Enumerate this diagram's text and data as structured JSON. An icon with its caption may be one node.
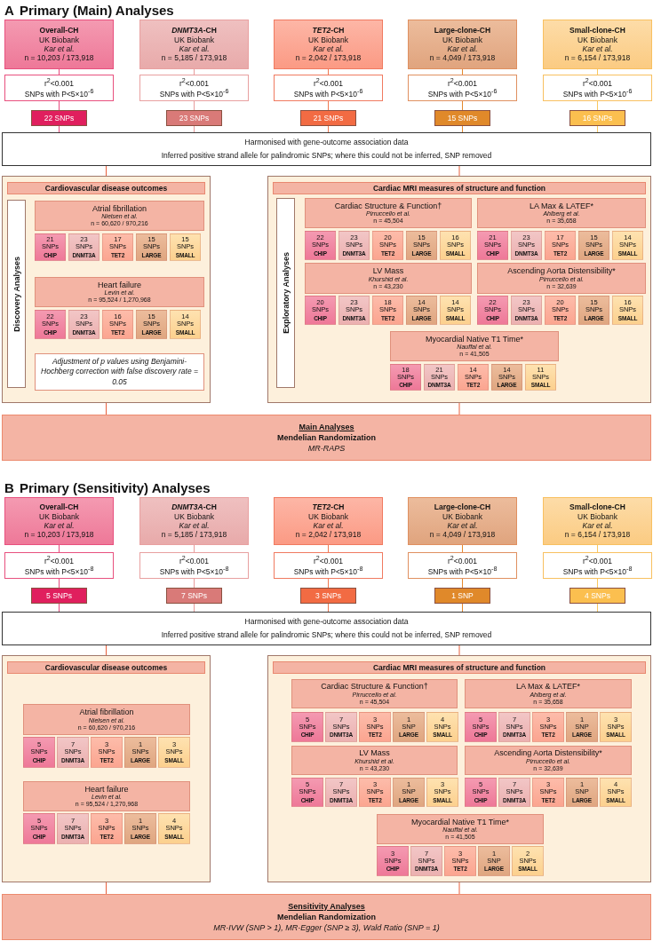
{
  "diagram": {
    "nodes": [
      {
        "text": [
          "Overall-CH",
          "UK Biobank",
          "Kar et al.",
          "n = 10,203 / 173,918"
        ]
      },
      {
        "text": [
          "*DNMT3A*-CH",
          "UK Biobank",
          "Kar et al.",
          "n = 5,185 / 173,918"
        ]
      },
      {
        "text": [
          "*TET2*-CH",
          "UK Biobank",
          "Kar et al.",
          "n = 2,042 / 173,918"
        ]
      },
      {
        "text": [
          "Large-clone-CH",
          "UK Biobank",
          "Kar et al.",
          "n = 4,049 / 173,918"
        ]
      },
      {
        "text": [
          "Small-clone-CH",
          "UK Biobank",
          "Kar et al.",
          "n = 6,154 / 173,918"
        ]
      },
      {
        "text": [
          "r$^{2}$<0.001",
          "SNPs with P<5×10$^{-6}$"
        ]
      },
      {
        "text": [
          "r$^{2}$<0.001",
          "SNPs with P<5×10$^{-6}$"
        ]
      },
      {
        "text": [
          "r$^{2}$<0.001",
          "SNPs with P<5×10$^{-6}$"
        ]
      },
      {
        "text": [
          "r$^{2}$<0.001",
          "SNPs with P<5×10$^{-6}$"
        ]
      },
      {
        "text": [
          "r$^{2}$<0.001",
          "SNPs with P<5×10$^{-6}$"
        ]
      },
      {
        "text": [
          "22 SNPs"
        ]
      },
      {
        "text": [
          "23 SNPs"
        ]
      },
      {
        "text": [
          "21 SNPs"
        ]
      },
      {
        "text": [
          "15 SNPs"
        ]
      },
      {
        "text": [
          "16 SNPs"
        ]
      },
      {
        "text": [
          "Harmonised with gene-outcome association data",
          "Inferred positive strand allele for palindromic SNPs; where this could not be inferred, SNP removed"
        ]
      },
      {
        "text": [
          "Cardiovascular disease outcomes"
        ]
      },
      {
        "text": [
          "Discovery Analyses"
        ],
        "in": 16
      },
      {
        "text": [
          "Atrial fibrillation",
          "Nielsen et al.",
          "n = 60,620 / 970,216"
        ],
        "in": 16
      },
      {
        "text": [
          "21 SNPs",
          "CHIP"
        ],
        "in": 16
      },
      {
        "text": [
          "23 SNPs",
          "DNMT3A"
        ],
        "in": 16
      },
      {
        "text": [
          "17 SNPs",
          "TET2"
        ],
        "in": 16
      },
      {
        "text": [
          "15 SNPs",
          "LARGE"
        ],
        "in": 16
      },
      {
        "text": [
          "15 SNPs",
          "SMALL"
        ],
        "in": 16
      },
      {
        "text": [
          "Heart failure",
          "Levin et al.",
          "n = 95,524 / 1,270,968"
        ],
        "in": 16
      },
      {
        "text": [
          "22 SNPs",
          "CHIP"
        ],
        "in": 16
      },
      {
        "text": [
          "23 SNPs",
          "DNMT3A"
        ],
        "in": 16
      },
      {
        "text": [
          "16 SNPs",
          "TET2"
        ],
        "in": 16
      },
      {
        "text": [
          "15 SNPs",
          "LARGE"
        ],
        "in": 16
      },
      {
        "text": [
          "14 SNPs",
          "SMALL"
        ],
        "in": 16
      },
      {
        "text": [
          "Adjustment of p values using Benjamini-Hochberg correction with false discovery rate = 0.05"
        ],
        "in": 16
      },
      {
        "text": [
          "Cardiac MRI measures of structure and function"
        ]
      },
      {
        "text": [
          "Exploratory Analyses"
        ],
        "in": 31
      },
      {
        "text": [
          "Cardiac Structure & Function†",
          "Pirruccello et al.",
          "n = 45,504"
        ],
        "in": 31
      },
      {
        "text": [
          "22 SNPs",
          "CHIP"
        ],
        "in": 31
      },
      {
        "text": [
          "23 SNPs",
          "DNMT3A"
        ],
        "in": 31
      },
      {
        "text": [
          "20 SNPs",
          "TET2"
        ],
        "in": 31
      },
      {
        "text": [
          "15 SNPs",
          "LARGE"
        ],
        "in": 31
      },
      {
        "text": [
          "16 SNPs",
          "SMALL"
        ],
        "in": 31
      },
      {
        "text": [
          "LA Max & LATEF*",
          "Ahlberg et al.",
          "n = 35,658"
        ],
        "in": 31
      },
      {
        "text": [
          "21 SNPs",
          "CHIP"
        ],
        "in": 31
      },
      {
        "text": [
          "23 SNPs",
          "DNMT3A"
        ],
        "in": 31
      },
      {
        "text": [
          "17 SNPs",
          "TET2"
        ],
        "in": 31
      },
      {
        "text": [
          "15 SNPs",
          "LARGE"
        ],
        "in": 31
      },
      {
        "text": [
          "14 SNPs",
          "SMALL"
        ],
        "in": 31
      },
      {
        "text": [
          "LV Mass",
          "Khurshid et al.",
          "n = 43,230"
        ],
        "in": 31
      },
      {
        "text": [
          "20 SNPs",
          "CHIP"
        ],
        "in": 31
      },
      {
        "text": [
          "23 SNPs",
          "DNMT3A"
        ],
        "in": 31
      },
      {
        "text": [
          "18 SNPs",
          "TET2"
        ],
        "in": 31
      },
      {
        "text": [
          "14 SNPs",
          "LARGE"
        ],
        "in": 31
      },
      {
        "text": [
          "14 SNPs",
          "SMALL"
        ],
        "in": 31
      },
      {
        "text": [
          "Ascending Aorta Distensibility*",
          "Pirruccello et al.",
          "n = 32,639"
        ],
        "in": 31
      },
      {
        "text": [
          "22 SNPs",
          "CHIP"
        ],
        "in": 31
      },
      {
        "text": [
          "23 SNPs",
          "DNMT3A"
        ],
        "in": 31
      },
      {
        "text": [
          "20 SNPs",
          "TET2"
        ],
        "in": 31
      },
      {
        "text": [
          "15 SNPs",
          "LARGE"
        ],
        "in": 31
      },
      {
        "text": [
          "16 SNPs",
          "SMALL"
        ],
        "in": 31
      },
      {
        "text": [
          "Myocardial Native T1 Time*",
          "Nauffal et al.",
          "n = 41,505"
        ],
        "in": 31
      },
      {
        "text": [
          "18 SNPs",
          "CHIP"
        ],
        "in": 31
      },
      {
        "text": [
          "21 SNPs",
          "DNMT3A"
        ],
        "in": 31
      },
      {
        "text": [
          "14 SNPs",
          "TET2"
        ],
        "in": 31
      },
      {
        "text": [
          "14 SNPs",
          "LARGE"
        ],
        "in": 31
      },
      {
        "text": [
          "11 SNPs",
          "SMALL"
        ],
        "in": 31
      },
      {
        "text": [
          "Main Analyses",
          "Mendelian Randomization",
          "MR-RAPS"
        ]
      },
      {
        "text": [
          "Overall-CH",
          "UK Biobank",
          "Kar et al.",
          "n = 10,203 / 173,918"
        ]
      },
      {
        "text": [
          "*DNMT3A*-CH",
          "UK Biobank",
          "Kar et al.",
          "n = 5,185 / 173,918"
        ]
      },
      {
        "text": [
          "*TET2*-CH",
          "UK Biobank",
          "Kar et al.",
          "n = 2,042 / 173,918"
        ]
      },
      {
        "text": [
          "Large-clone-CH",
          "UK Biobank",
          "Kar et al.",
          "n = 4,049 / 173,918"
        ]
      },
      {
        "text": [
          "Small-clone-CH",
          "UK Biobank",
          "Kar et al.",
          "n = 6,154 / 173,918"
        ]
      },
      {
        "text": [
          "r$^{2}$<0.001",
          "SNPs with P<5×10$^{-8}$"
        ]
      },
      {
        "text": [
          "r$^{2}$<0.001",
          "SNPs with P<5×10$^{-8}$"
        ]
      },
      {
        "text": [
          "r$^{2}$<0.001",
          "SNPs with P<5×10$^{-8}$"
        ]
      },
      {
        "text": [
          "r$^{2}$<0.001",
          "SNPs with P<5×10$^{-8}$"
        ]
      },
      {
        "text": [
          "r$^{2}$<0.001",
          "SNPs with P<5×10$^{-8}$"
        ]
      },
      {
        "text": [
          "5 SNPs"
        ]
      },
      {
        "text": [
          "7 SNPs"
        ]
      },
      {
        "text": [
          "3 SNPs"
        ]
      },
      {
        "text": [
          "1 SNP"
        ]
      },
      {
        "text": [
          "4 SNPs"
        ]
      },
      {
        "text": [
          "Harmonised with gene-outcome association data",
          "Inferred positive strand allele for palindromic SNPs; where this could not be inferred, SNP removed"
        ]
      },
      {
        "text": [
          "Cardiovascular disease outcomes"
        ]
      },
      {
        "text": [
          "Atrial fibrillation",
          "Nielsen et al.",
          "n = 60,620 / 970,216"
        ],
        "in": 80
      },
      {
        "text": [
          "5 SNPs",
          "CHIP"
        ],
        "in": 80
      },
      {
        "text": [
          "7 SNPs",
          "DNMT3A"
        ],
        "in": 80
      },
      {
        "text": [
          "3 SNPs",
          "TET2"
        ],
        "in": 80
      },
      {
        "text": [
          "1 SNPs",
          "LARGE"
        ],
        "in": 80
      },
      {
        "text": [
          "3 SNPs",
          "SMALL"
        ],
        "in": 80
      },
      {
        "text": [
          "Heart failure",
          "Levin et al.",
          "n = 95,524 / 1,270,968"
        ],
        "in": 80
      },
      {
        "text": [
          "5 SNPs",
          "CHIP"
        ],
        "in": 80
      },
      {
        "text": [
          "7 SNPs",
          "DNMT3A"
        ],
        "in": 80
      },
      {
        "text": [
          "3 SNPs",
          "TET2"
        ],
        "in": 80
      },
      {
        "text": [
          "1 SNPs",
          "LARGE"
        ],
        "in": 80
      },
      {
        "text": [
          "4 SNPs",
          "SMALL"
        ],
        "in": 80
      },
      {
        "text": [
          "Cardiac MRI measures of structure and function"
        ]
      },
      {
        "text": [
          "Cardiac Structure & Function†",
          "Pirruccello et al.",
          "n = 45,504"
        ],
        "in": 93
      },
      {
        "text": [
          "5 SNPs",
          "CHIP"
        ],
        "in": 93
      },
      {
        "text": [
          "7 SNPs",
          "DNMT3A"
        ],
        "in": 93
      },
      {
        "text": [
          "3 SNPs",
          "TET2"
        ],
        "in": 93
      },
      {
        "text": [
          "1 SNP",
          "LARGE"
        ],
        "in": 93
      },
      {
        "text": [
          "4 SNPs",
          "SMALL"
        ],
        "in": 93
      },
      {
        "text": [
          "LA Max & LATEF*",
          "Ahlberg et al.",
          "n = 35,658"
        ],
        "in": 93
      },
      {
        "text": [
          "5 SNPs",
          "CHIP"
        ],
        "in": 93
      },
      {
        "text": [
          "7 SNPs",
          "DNMT3A"
        ],
        "in": 93
      },
      {
        "text": [
          "3 SNPs",
          "TET2"
        ],
        "in": 93
      },
      {
        "text": [
          "1 SNP",
          "LARGE"
        ],
        "in": 93
      },
      {
        "text": [
          "3 SNPs",
          "SMALL"
        ],
        "in": 93
      },
      {
        "text": [
          "LV Mass",
          "Khurshid et al.",
          "n = 43,230"
        ],
        "in": 93
      },
      {
        "text": [
          "5 SNPs",
          "CHIP"
        ],
        "in": 93
      },
      {
        "text": [
          "7 SNPs",
          "DNMT3A"
        ],
        "in": 93
      },
      {
        "text": [
          "3 SNPs",
          "TET2"
        ],
        "in": 93
      },
      {
        "text": [
          "1 SNP",
          "LARGE"
        ],
        "in": 93
      },
      {
        "text": [
          "3 SNPs",
          "SMALL"
        ],
        "in": 93
      },
      {
        "text": [
          "Ascending Aorta Distensibility*",
          "Pirruccello et al.",
          "n = 32,639"
        ],
        "in": 93
      },
      {
        "text": [
          "5 SNPs",
          "CHIP"
        ],
        "in": 93
      },
      {
        "text": [
          "7 SNPs",
          "DNMT3A"
        ],
        "in": 93
      },
      {
        "text": [
          "3 SNPs",
          "TET2"
        ],
        "in": 93
      },
      {
        "text": [
          "1 SNP",
          "LARGE"
        ],
        "in": 93
      },
      {
        "text": [
          "4 SNPs",
          "SMALL"
        ],
        "in": 93
      },
      {
        "text": [
          "Myocardial Native T1 Time*",
          "Nauffal et al.",
          "n = 41,505"
        ],
        "in": 93
      },
      {
        "text": [
          "3 SNPs",
          "CHIP"
        ],
        "in": 93
      },
      {
        "text": [
          "7 SNPs",
          "DNMT3A"
        ],
        "in": 93
      },
      {
        "text": [
          "3 SNPs",
          "TET2"
        ],
        "in": 93
      },
      {
        "text": [
          "1 SNP",
          "LARGE"
        ],
        "in": 93
      },
      {
        "text": [
          "2 SNPs",
          "SMALL"
        ],
        "in": 93
      },
      {
        "text": [
          "Sensitivity Analyses",
          "Mendelian Randomization",
          "MR-IVW (SNP > 1), MR-Egger (SNP ≥ 3), Wald Ratio (SNP = 1)"
        ]
      }
    ],
    "edges": [
      {
        "from": 0,
        "to": 5,
        "arrow": "none",
        "color": "#e64b7f"
      },
      {
        "from": 1,
        "to": 6,
        "arrow": "none",
        "color": "#e89c9c"
      },
      {
        "from": 2,
        "to": 7,
        "arrow": "none",
        "color": "#f07850"
      },
      {
        "from": 3,
        "to": 8,
        "arrow": "none",
        "color": "#e4892f"
      },
      {
        "from": 4,
        "to": 9,
        "arrow": "none",
        "color": "#f8c860"
      },
      {
        "from": 5,
        "to": 10,
        "arrow": "none",
        "color": "#e64b7f"
      },
      {
        "from": 6,
        "to": 11,
        "arrow": "none",
        "color": "#e89c9c"
      },
      {
        "from": 7,
        "to": 12,
        "arrow": "none",
        "color": "#f07850"
      },
      {
        "from": 8,
        "to": 13,
        "arrow": "none",
        "color": "#e4892f"
      },
      {
        "from": 9,
        "to": 14,
        "arrow": "none",
        "color": "#f8c860"
      },
      {
        "from": 10,
        "to": 15,
        "arrow": "none",
        "color": "#e64b7f"
      },
      {
        "from": 11,
        "to": 15,
        "arrow": "none",
        "color": "#e89c9c"
      },
      {
        "from": 12,
        "to": 15,
        "arrow": "none",
        "color": "#f07850"
      },
      {
        "from": 13,
        "to": 15,
        "arrow": "none",
        "color": "#e4892f"
      },
      {
        "from": 14,
        "to": 15,
        "arrow": "none",
        "color": "#f8c860"
      },
      {
        "from": 15,
        "to": 16,
        "arrow": "none"
      },
      {
        "from": 15,
        "to": 31,
        "arrow": "none"
      },
      {
        "from": 16,
        "to": 63,
        "arrow": "none"
      },
      {
        "from": 31,
        "to": 63,
        "arrow": "none"
      },
      {
        "from": 64,
        "to": 69,
        "arrow": "none",
        "color": "#e64b7f"
      },
      {
        "from": 65,
        "to": 70,
        "arrow": "none",
        "color": "#e89c9c"
      },
      {
        "from": 66,
        "to": 71,
        "arrow": "none",
        "color": "#f07850"
      },
      {
        "from": 67,
        "to": 72,
        "arrow": "none",
        "color": "#e4892f"
      },
      {
        "from": 68,
        "to": 73,
        "arrow": "none",
        "color": "#f8c860"
      },
      {
        "from": 69,
        "to": 74,
        "arrow": "none",
        "color": "#e64b7f"
      },
      {
        "from": 70,
        "to": 75,
        "arrow": "none",
        "color": "#e89c9c"
      },
      {
        "from": 71,
        "to": 76,
        "arrow": "none",
        "color": "#f07850"
      },
      {
        "from": 72,
        "to": 77,
        "arrow": "none",
        "color": "#e4892f"
      },
      {
        "from": 73,
        "to": 78,
        "arrow": "none",
        "color": "#f8c860"
      },
      {
        "from": 74,
        "to": 79,
        "arrow": "none",
        "color": "#e64b7f"
      },
      {
        "from": 75,
        "to": 79,
        "arrow": "none",
        "color": "#e89c9c"
      },
      {
        "from": 76,
        "to": 79,
        "arrow": "none",
        "color": "#f07850"
      },
      {
        "from": 77,
        "to": 79,
        "arrow": "none",
        "color": "#e4892f"
      },
      {
        "from": 78,
        "to": 79,
        "arrow": "none",
        "color": "#f8c860"
      },
      {
        "from": 79,
        "to": 80,
        "arrow": "none"
      },
      {
        "from": 79,
        "to": 93,
        "arrow": "none"
      },
      {
        "from": 80,
        "to": 124,
        "arrow": "none"
      },
      {
        "from": 93,
        "to": 124,
        "arrow": "none"
      }
    ],
    "labels": [
      "A",
      "Primary (Main) Analyses",
      "B",
      "Primary (Sensitivity) Analyses"
    ]
  }
}
